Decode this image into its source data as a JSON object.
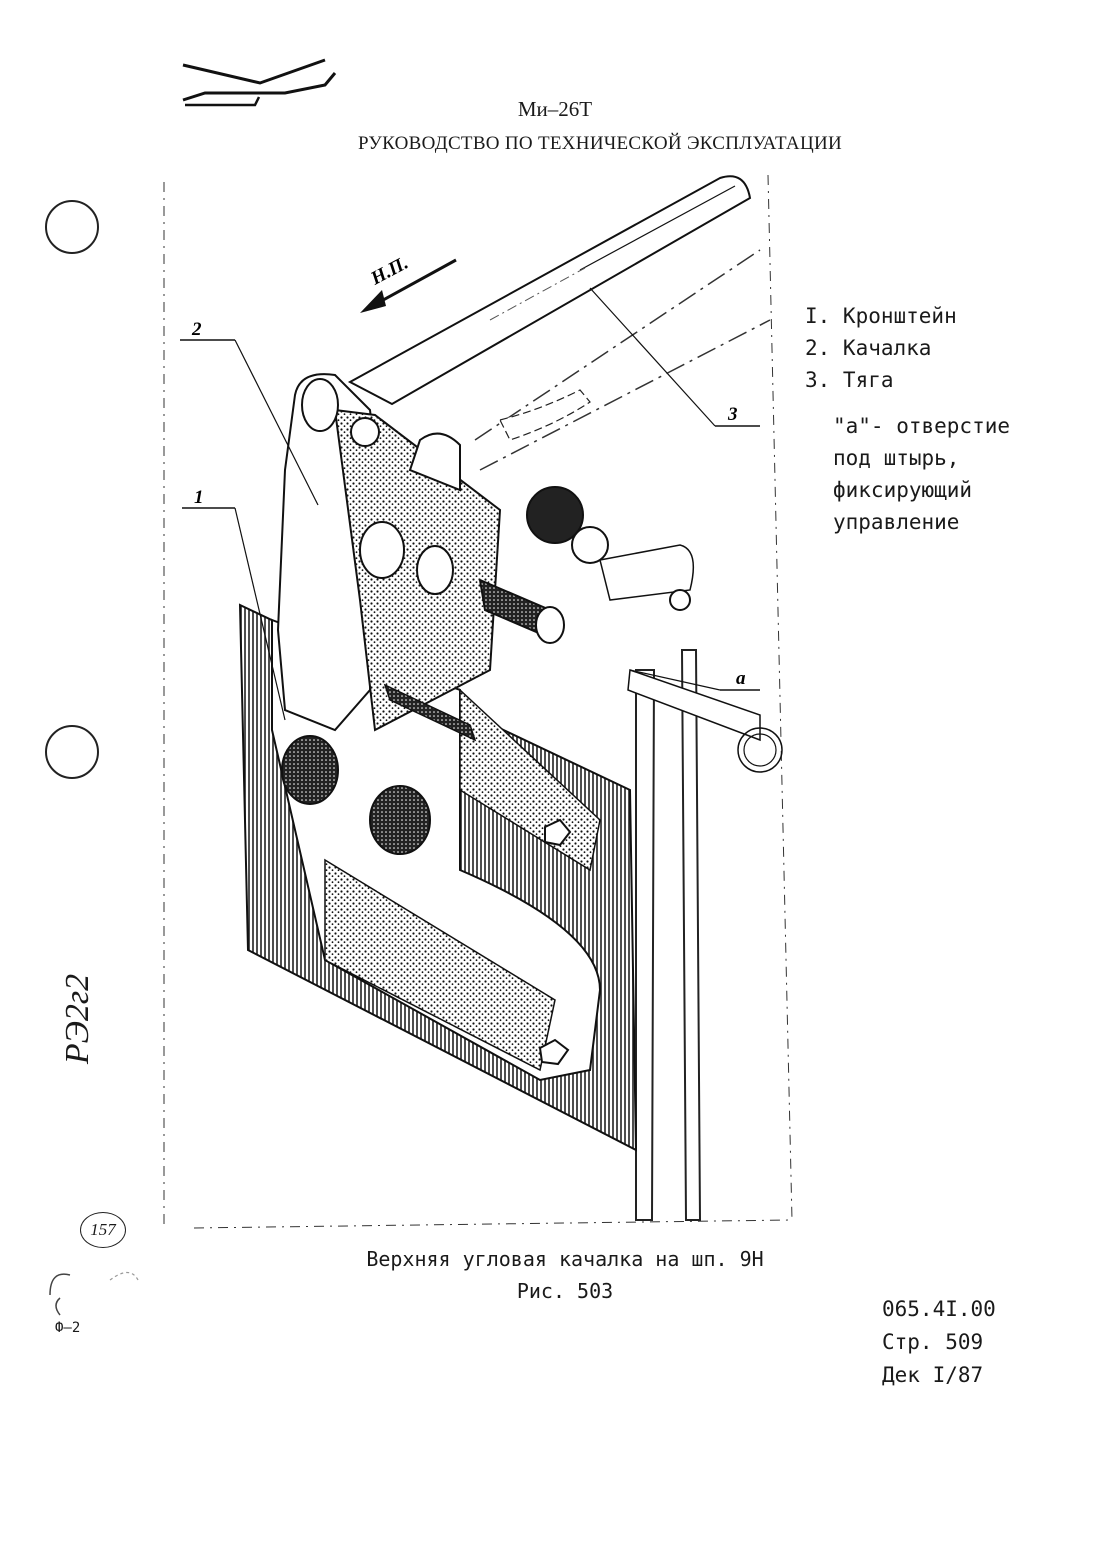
{
  "header": {
    "title": "Ми–26Т",
    "subtitle": "РУКОВОДСТВО ПО ТЕХНИЧЕСКОЙ ЭКСПЛУАТАЦИИ"
  },
  "figure": {
    "direction_label": "Н.П.",
    "callouts": [
      "1",
      "2",
      "3",
      "a"
    ]
  },
  "legend": {
    "items": [
      "I. Кронштейн",
      "2. Качалка",
      "3. Тяга"
    ],
    "note": [
      "\"a\"- отверстие",
      "под штырь,",
      "фиксирующий",
      "управление"
    ]
  },
  "caption": {
    "title": "Верхняя угловая качалка на шп. 9Н",
    "figure_number": "Рис. 503"
  },
  "footer": {
    "doc_code": "065.4I.00",
    "page": "Стр. 509",
    "date": "Дек I/87"
  },
  "margin": {
    "handwritten": "РЭ2г2",
    "stamp": "157",
    "mark": "Ф–2"
  }
}
